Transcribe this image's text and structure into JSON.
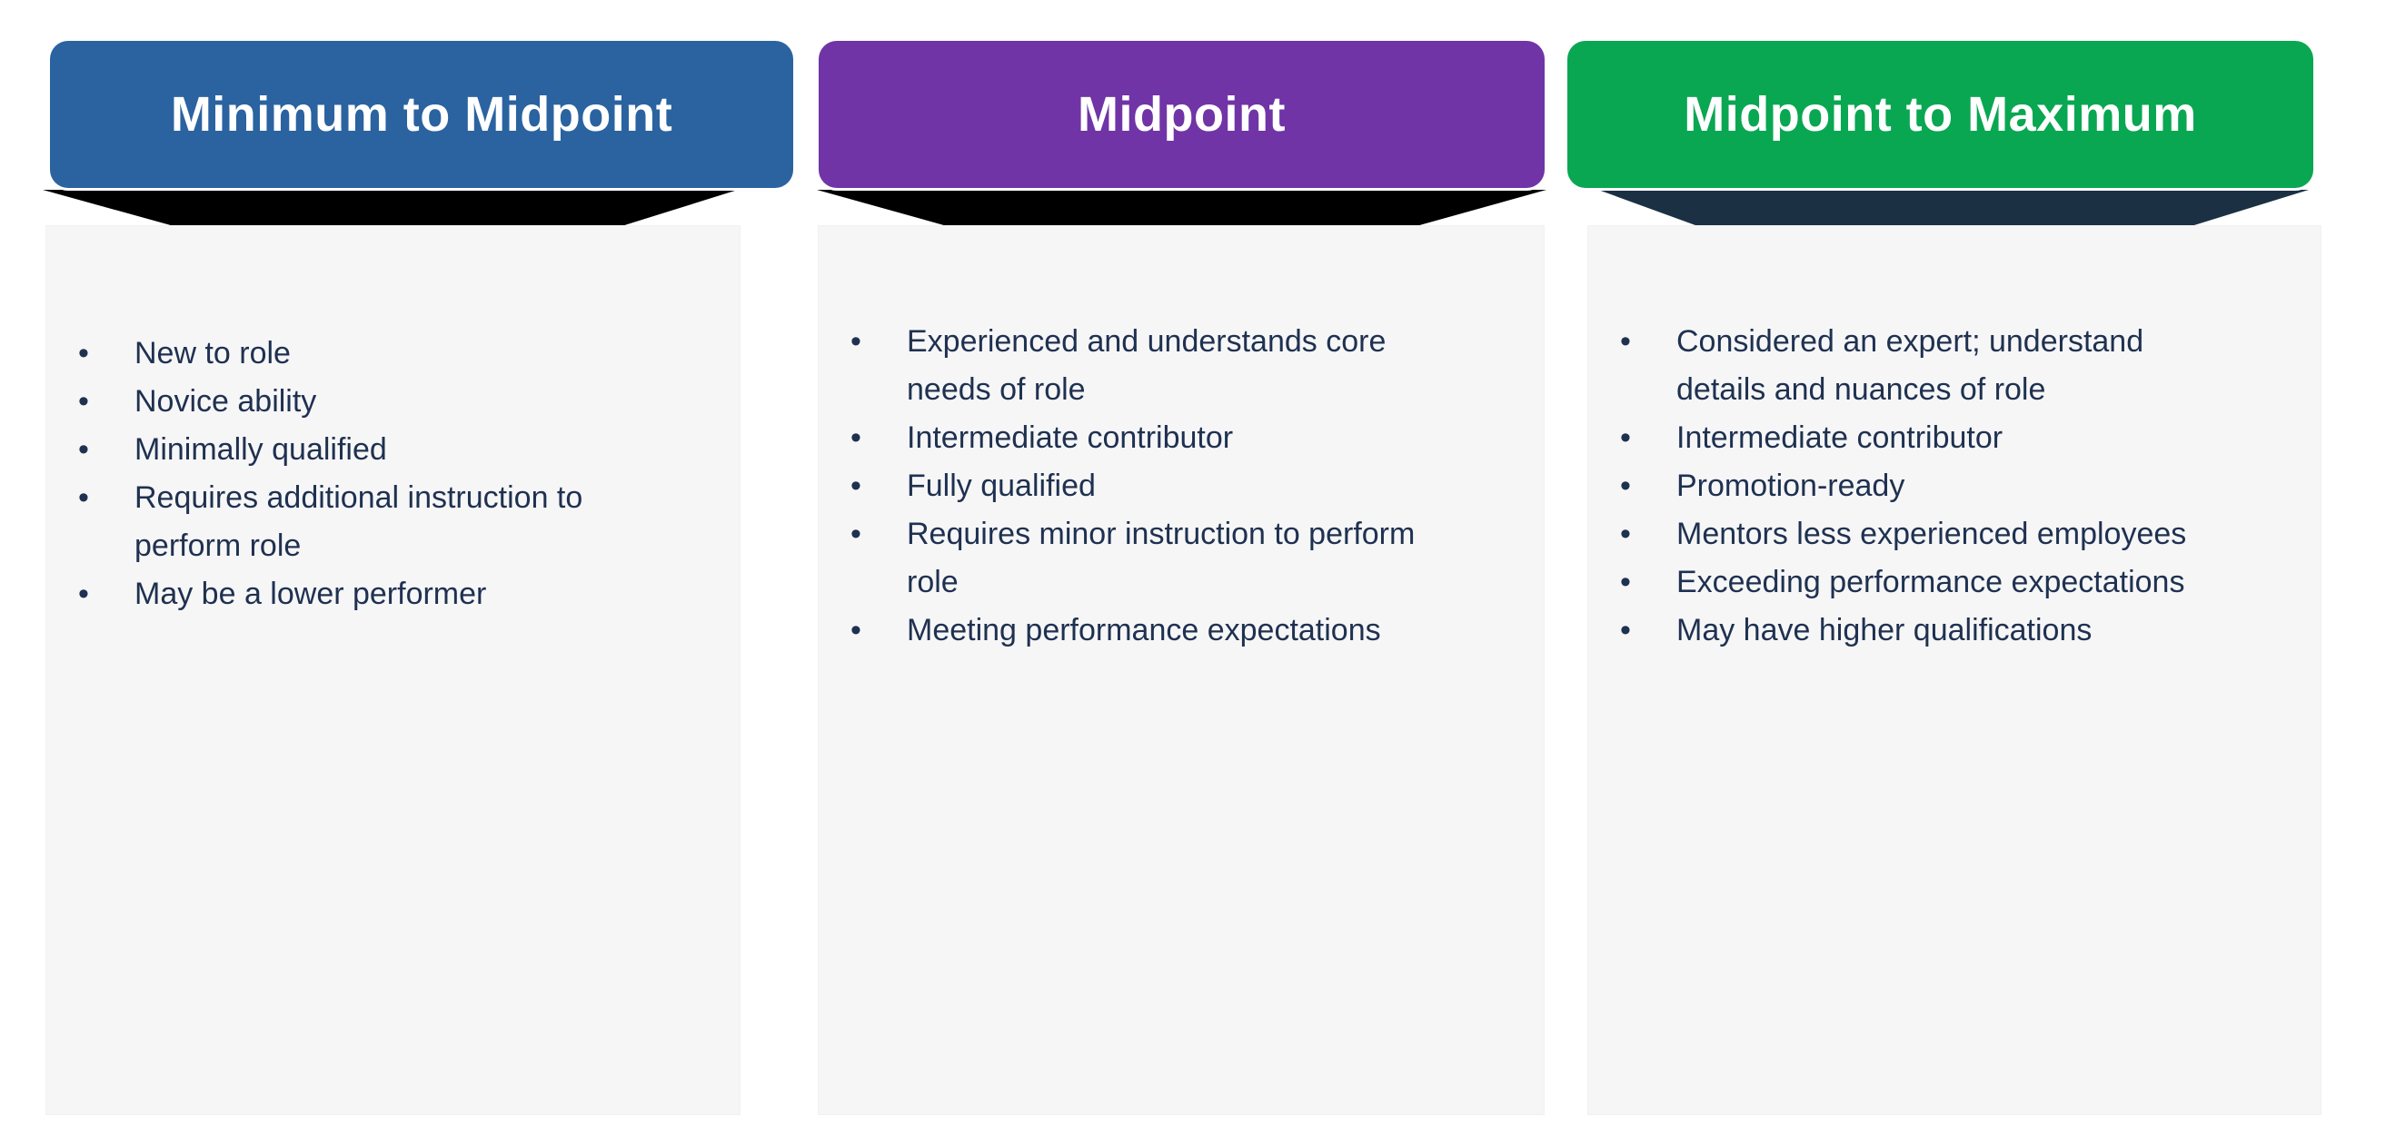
{
  "slide": {
    "background_color": "#ffffff",
    "panel_color": "#f6f6f7",
    "text_color": "#1f3150",
    "columns": [
      {
        "id": "minimum-to-midpoint",
        "title": "Minimum to Midpoint",
        "header_color": "#2a63a0",
        "connector_color": "#000000",
        "bullets": [
          "New to role",
          "Novice ability",
          "Minimally qualified",
          "Requires additional instruction to\nperform role",
          "May be a lower performer"
        ]
      },
      {
        "id": "midpoint",
        "title": "Midpoint",
        "header_color": "#7034a6",
        "connector_color": "#000000",
        "bullets": [
          "Experienced and understands core\nneeds of role",
          "Intermediate contributor",
          "Fully qualified",
          "Requires minor instruction to perform\nrole",
          "Meeting performance expectations"
        ]
      },
      {
        "id": "midpoint-to-maximum",
        "title": "Midpoint to Maximum",
        "header_color": "#09a752",
        "connector_color": "#1b3143",
        "bullets": [
          "Considered an expert; understand\ndetails and nuances of role",
          "Intermediate contributor",
          "Promotion-ready",
          "Mentors less experienced employees",
          "Exceeding performance expectations",
          "May have higher qualifications"
        ]
      }
    ]
  }
}
